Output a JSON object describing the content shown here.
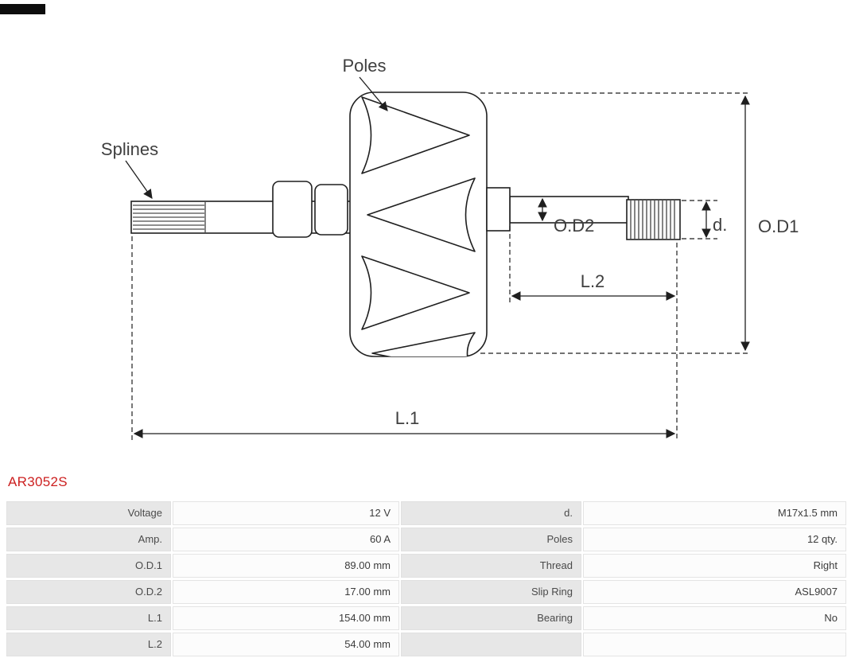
{
  "part_number": "AR3052S",
  "colors": {
    "part_number_text": "#cc1f1f",
    "drawing_stroke": "#1f1f1f",
    "table_label_bg": "#e7e7e7",
    "table_value_bg": "#fcfcfc"
  },
  "diagram": {
    "labels": {
      "poles": "Poles",
      "splines": "Splines",
      "od1": "O.D1",
      "od2": "O.D2",
      "d": "d.",
      "l1": "L.1",
      "l2": "L.2"
    }
  },
  "table": {
    "rows": [
      {
        "label1": "Voltage",
        "value1": "12 V",
        "label2": "d.",
        "value2": "M17x1.5 mm"
      },
      {
        "label1": "Amp.",
        "value1": "60 A",
        "label2": "Poles",
        "value2": "12 qty."
      },
      {
        "label1": "O.D.1",
        "value1": "89.00 mm",
        "label2": "Thread",
        "value2": "Right"
      },
      {
        "label1": "O.D.2",
        "value1": "17.00 mm",
        "label2": "Slip Ring",
        "value2": "ASL9007"
      },
      {
        "label1": "L.1",
        "value1": "154.00 mm",
        "label2": "Bearing",
        "value2": "No"
      },
      {
        "label1": "L.2",
        "value1": "54.00 mm",
        "label2": "",
        "value2": ""
      }
    ]
  }
}
